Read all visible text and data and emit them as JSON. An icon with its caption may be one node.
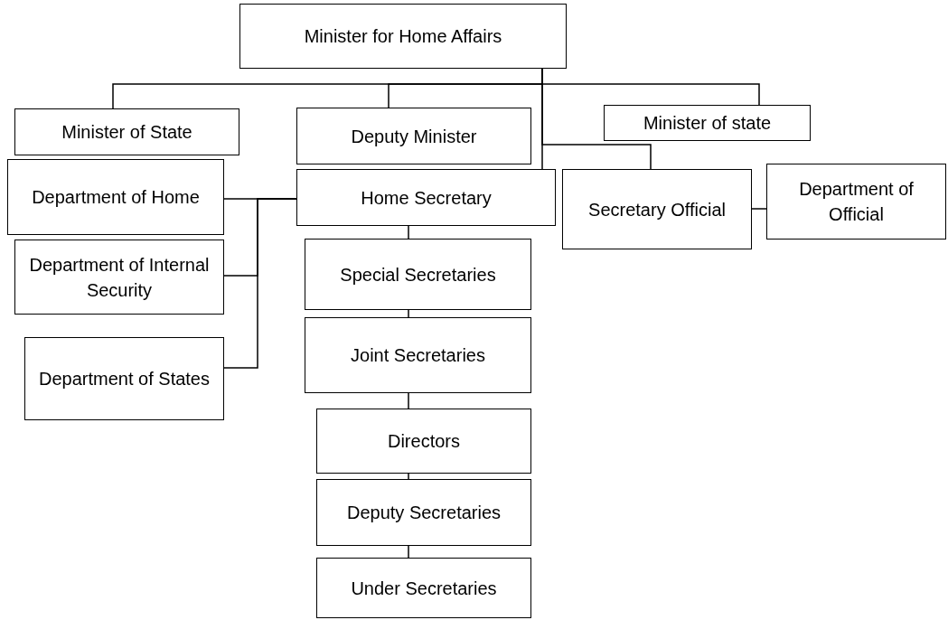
{
  "diagram": {
    "nodes": [
      {
        "text": [
          "Minister for Home Affairs"
        ]
      },
      {
        "text": [
          "Minister of State"
        ]
      },
      {
        "text": [
          "Deputy Minister"
        ]
      },
      {
        "text": [
          "Minister of state"
        ]
      },
      {
        "text": [
          "Department of Home"
        ]
      },
      {
        "text": [
          "Home Secretary"
        ]
      },
      {
        "text": [
          "Secretary Official"
        ]
      },
      {
        "text": [
          "Department of Official"
        ]
      },
      {
        "text": [
          "Department of Internal Security"
        ]
      },
      {
        "text": [
          "Department of States"
        ]
      },
      {
        "text": [
          "Special Secretaries"
        ]
      },
      {
        "text": [
          "Joint Secretaries"
        ]
      },
      {
        "text": [
          "Directors"
        ]
      },
      {
        "text": [
          "Deputy Secretaries"
        ]
      },
      {
        "text": [
          "Under Secretaries"
        ]
      }
    ],
    "edges": [
      {
        "from": 0,
        "to": 1,
        "arrow": "none"
      },
      {
        "from": 0,
        "to": 2,
        "arrow": "none"
      },
      {
        "from": 0,
        "to": 3,
        "arrow": "none"
      },
      {
        "from": 0,
        "to": 5,
        "arrow": "none"
      },
      {
        "from": 0,
        "to": 6,
        "arrow": "none"
      },
      {
        "from": 5,
        "to": 4,
        "arrow": "none"
      },
      {
        "from": 5,
        "to": 8,
        "arrow": "none"
      },
      {
        "from": 5,
        "to": 9,
        "arrow": "none"
      },
      {
        "from": 5,
        "to": 10,
        "arrow": "none"
      },
      {
        "from": 10,
        "to": 11,
        "arrow": "none"
      },
      {
        "from": 11,
        "to": 12,
        "arrow": "none"
      },
      {
        "from": 12,
        "to": 13,
        "arrow": "none"
      },
      {
        "from": 13,
        "to": 14,
        "arrow": "none"
      },
      {
        "from": 6,
        "to": 7,
        "arrow": "none"
      }
    ]
  }
}
